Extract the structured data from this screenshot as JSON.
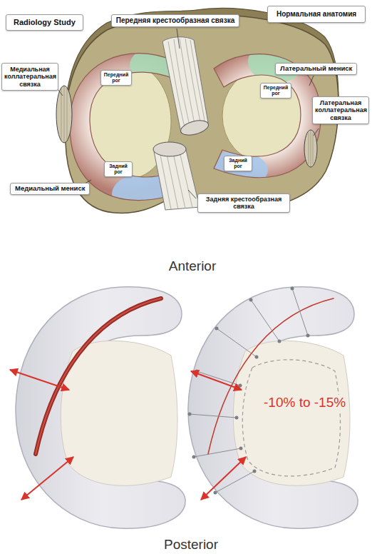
{
  "diagram": {
    "nodes": [
      {
        "text": [
          "Radiology Study"
        ]
      },
      {
        "text": [
          "Передняя крестообразная связка"
        ]
      },
      {
        "text": [
          "Нормальная анатомия"
        ]
      },
      {
        "text": [
          "Медиальная коллатеральная связка"
        ]
      },
      {
        "text": [
          "Передний рог"
        ]
      },
      {
        "text": [
          "Передний рог"
        ]
      },
      {
        "text": [
          "Латеральный мениск"
        ]
      },
      {
        "text": [
          "Латеральная коллатеральная связка"
        ]
      },
      {
        "text": [
          "Задний рог"
        ]
      },
      {
        "text": [
          "Задний рог"
        ]
      },
      {
        "text": [
          "Медиальный мениск"
        ]
      },
      {
        "text": [
          "Задняя крестообразная связка"
        ]
      }
    ],
    "labels": [
      "Anterior",
      "-10% to -15%",
      "Posterior"
    ]
  }
}
